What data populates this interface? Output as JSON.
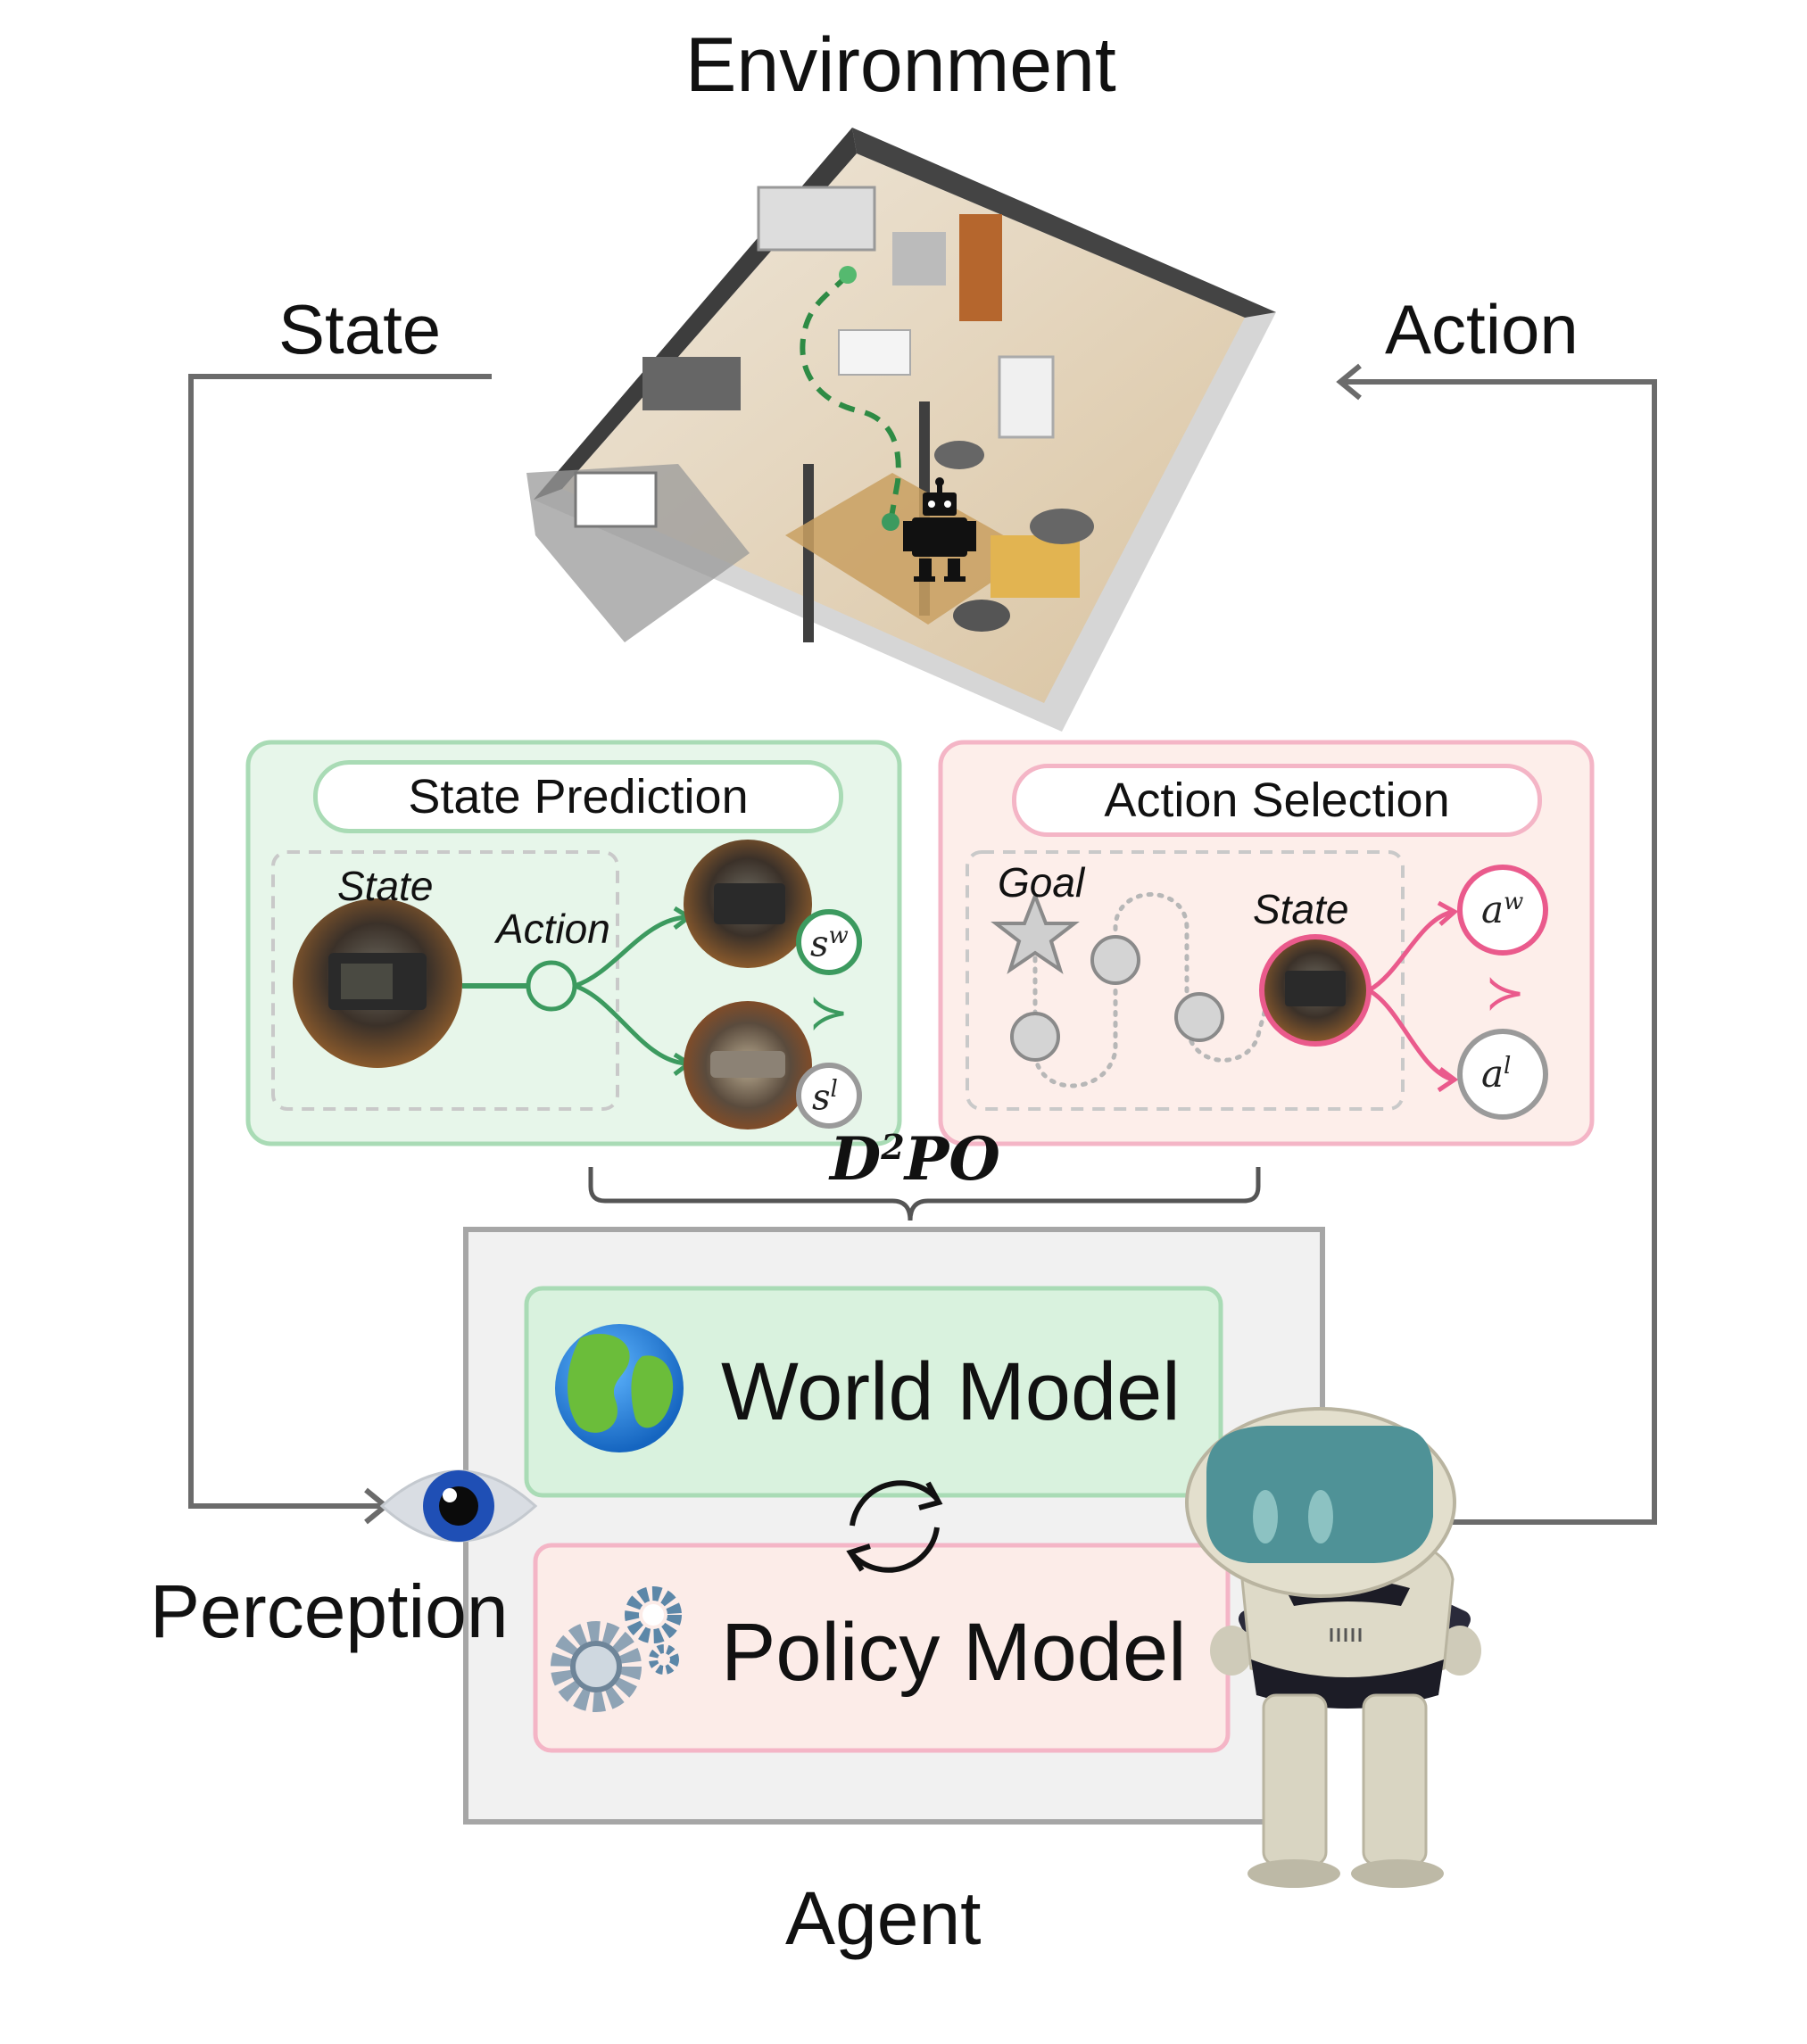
{
  "environment": {
    "title": "Environment"
  },
  "loop": {
    "state_label": "State",
    "action_label": "Action",
    "perception_label": "Perception",
    "agent_label": "Agent"
  },
  "state_prediction": {
    "title": "State Prediction",
    "state_label": "State",
    "action_label": "Action",
    "winner_symbol": "s",
    "winner_sup": "w",
    "loser_symbol": "s",
    "loser_sup": "l",
    "pref_symbol": "≻"
  },
  "action_selection": {
    "title": "Action Selection",
    "goal_label": "Goal",
    "state_label": "State",
    "winner_symbol": "a",
    "winner_sup": "w",
    "loser_symbol": "a",
    "loser_sup": "l",
    "pref_symbol": "≻"
  },
  "method": {
    "name_base": "D",
    "name_sup": "2",
    "name_rest": "PO"
  },
  "agent": {
    "world_model_label": "World Model",
    "policy_model_label": "Policy Model"
  },
  "colors": {
    "green": "#3c9a5f",
    "pink": "#ea5a8c",
    "gray_line": "#6b6b6b",
    "green_bg": "#e7f6ea",
    "pink_bg": "#fdeeea"
  },
  "icons": [
    "house-floorplan-image",
    "robot-silhouette-icon",
    "eye-icon",
    "globe-icon",
    "gears-icon",
    "refresh-cycle-icon",
    "star-icon",
    "robot-character-icon",
    "microwave-photo",
    "sink-photo"
  ]
}
